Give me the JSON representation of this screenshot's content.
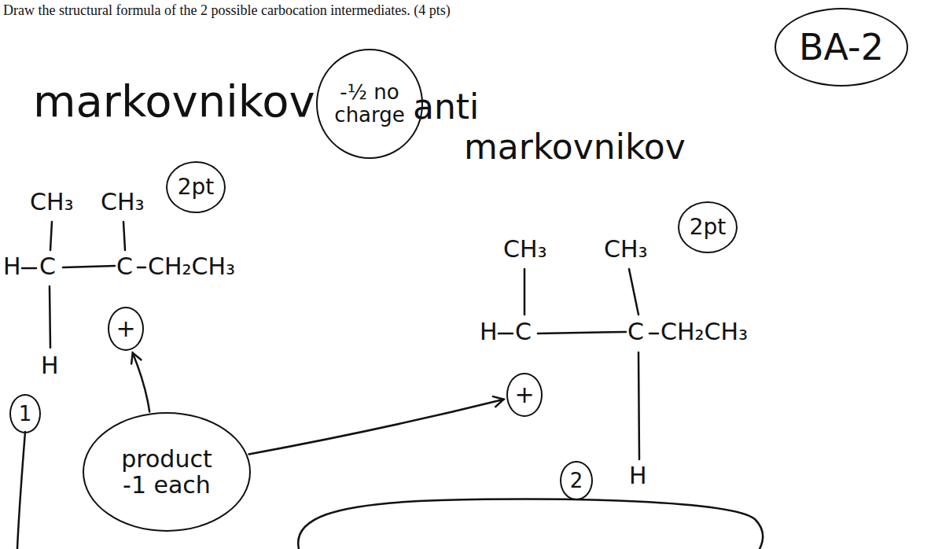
{
  "diagram": {
    "title": "Draw the structural formula of the 2 possible carbocation intermediates. (4 pts)",
    "nodes": [
      {
        "text": [
          "-½ no charge"
        ]
      },
      {
        "text": [
          "BA-2"
        ]
      },
      {
        "text": [
          "2pt"
        ]
      },
      {
        "text": [
          "+"
        ]
      },
      {
        "text": [
          "1"
        ]
      },
      {
        "text": [
          "product -1 each"
        ]
      },
      {
        "text": [
          "2pt"
        ]
      },
      {
        "text": [
          "+"
        ]
      },
      {
        "text": [
          "2"
        ]
      }
    ],
    "edges": [
      {
        "from": 5,
        "to": 3,
        "arrow": "to"
      },
      {
        "from": 5,
        "to": 7,
        "arrow": "to"
      }
    ],
    "labels": [
      "markovnikov",
      "anti",
      "markovnikov",
      "CH₃",
      "CH₃",
      "H",
      "C",
      "C",
      "CH₂CH₃",
      "H",
      "CH₃",
      "CH₃",
      "H",
      "C",
      "C",
      "CH₂CH₃",
      "H"
    ]
  }
}
